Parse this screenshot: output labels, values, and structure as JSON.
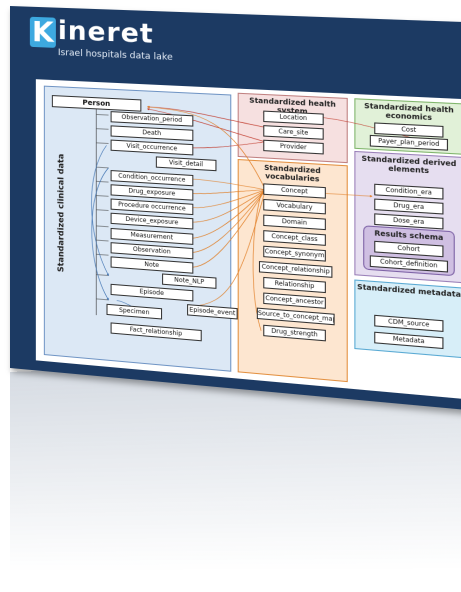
{
  "header": {
    "logo_letter": "K",
    "logo_rest": "ineret",
    "tagline": "Israel hospitals data lake"
  },
  "panels": {
    "clinical": "Standardized clinical data",
    "health_system": "Standardized health system",
    "vocabularies": "Standardized vocabularies",
    "economics": "Standardized health economics",
    "derived": "Standardized derived elements",
    "results": "Results schema",
    "metadata": "Standardized metadata"
  },
  "clinical_tables": {
    "person": "Person",
    "observation_period": "Observation_period",
    "death": "Death",
    "visit_occurrence": "Visit_occurrence",
    "visit_detail": "Visit_detail",
    "condition_occurrence": "Condition_occurrence",
    "drug_exposure": "Drug_exposure",
    "procedure_occurrence": "Procedure occurrence",
    "device_exposure": "Device_exposure",
    "measurement": "Measurement",
    "observation": "Observation",
    "note": "Note",
    "note_nlp": "Note_NLP",
    "episode": "Episode",
    "specimen": "Specimen",
    "episode_event": "Episode_event",
    "fact_relationship": "Fact_relationship"
  },
  "health_system_tables": {
    "location": "Location",
    "care_site": "Care_site",
    "provider": "Provider"
  },
  "vocabulary_tables": {
    "concept": "Concept",
    "vocabulary": "Vocabulary",
    "domain": "Domain",
    "concept_class": "Concept_class",
    "concept_synonym": "Concept_synonym",
    "concept_relationship": "Concept_relationship",
    "relationship": "Relationship",
    "concept_ancestor": "Concept_ancestor",
    "source_to_concept_map": "Source_to_concept_map",
    "drug_strength": "Drug_strength"
  },
  "economics_tables": {
    "cost": "Cost",
    "payer_plan_period": "Payer_plan_period"
  },
  "derived_tables": {
    "condition_era": "Condition_era",
    "drug_era": "Drug_era",
    "dose_era": "Dose_era"
  },
  "results_tables": {
    "cohort": "Cohort",
    "cohort_definition": "Cohort_definition"
  },
  "metadata_tables": {
    "cdm_source": "CDM_source",
    "metadata": "Metadata"
  },
  "colors": {
    "frame": "#1c3a63",
    "logo": "#3da9e0",
    "clinical": "#dce8f5",
    "health_system": "#f6e0e0",
    "vocabularies": "#fde6d0",
    "economics": "#e1f1d8",
    "derived": "#e6def0",
    "metadata": "#d7eef8",
    "red_arrow": "#c0392b",
    "orange_arrow": "#e07b20",
    "blue_arrow": "#3a6fb0"
  }
}
